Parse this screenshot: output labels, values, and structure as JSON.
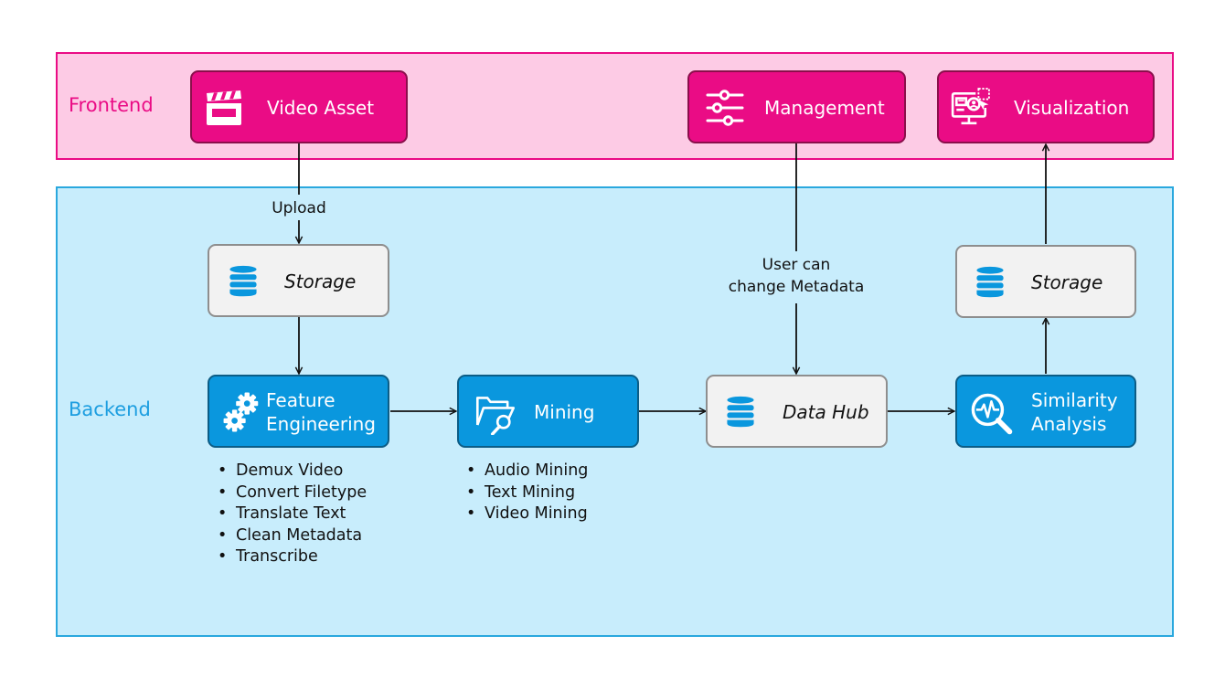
{
  "lanes": {
    "frontend": "Frontend",
    "backend": "Backend"
  },
  "nodes": {
    "video_asset": {
      "label": "Video Asset",
      "icon": "clapperboard-icon"
    },
    "management": {
      "label": "Management",
      "icon": "sliders-icon"
    },
    "visualization": {
      "label": "Visualization",
      "icon": "monitor-dashboard-icon"
    },
    "storage_in": {
      "label": "Storage",
      "icon": "database-icon"
    },
    "storage_out": {
      "label": "Storage",
      "icon": "database-icon"
    },
    "feature_engineering": {
      "label_line1": "Feature",
      "label_line2": "Engineering",
      "icon": "gears-icon"
    },
    "mining": {
      "label": "Mining",
      "icon": "folder-search-icon"
    },
    "data_hub": {
      "label": "Data Hub",
      "icon": "database-icon"
    },
    "similarity_analysis": {
      "label_line1": "Similarity",
      "label_line2": "Analysis",
      "icon": "magnifier-pulse-icon"
    }
  },
  "edge_labels": {
    "upload": "Upload",
    "metadata_line1": "User can",
    "metadata_line2": "change Metadata"
  },
  "feature_engineering_steps": [
    "Demux Video",
    "Convert Filetype",
    "Translate Text",
    "Clean Metadata",
    "Transcribe"
  ],
  "mining_steps": [
    "Audio Mining",
    "Text Mining",
    "Video Mining"
  ],
  "colors": {
    "frontend_fill": "#fdcbe5",
    "frontend_accent": "#ea0c85",
    "backend_fill": "#c8edfc",
    "backend_accent": "#0a97de",
    "storage_fill": "#f2f2f2"
  }
}
